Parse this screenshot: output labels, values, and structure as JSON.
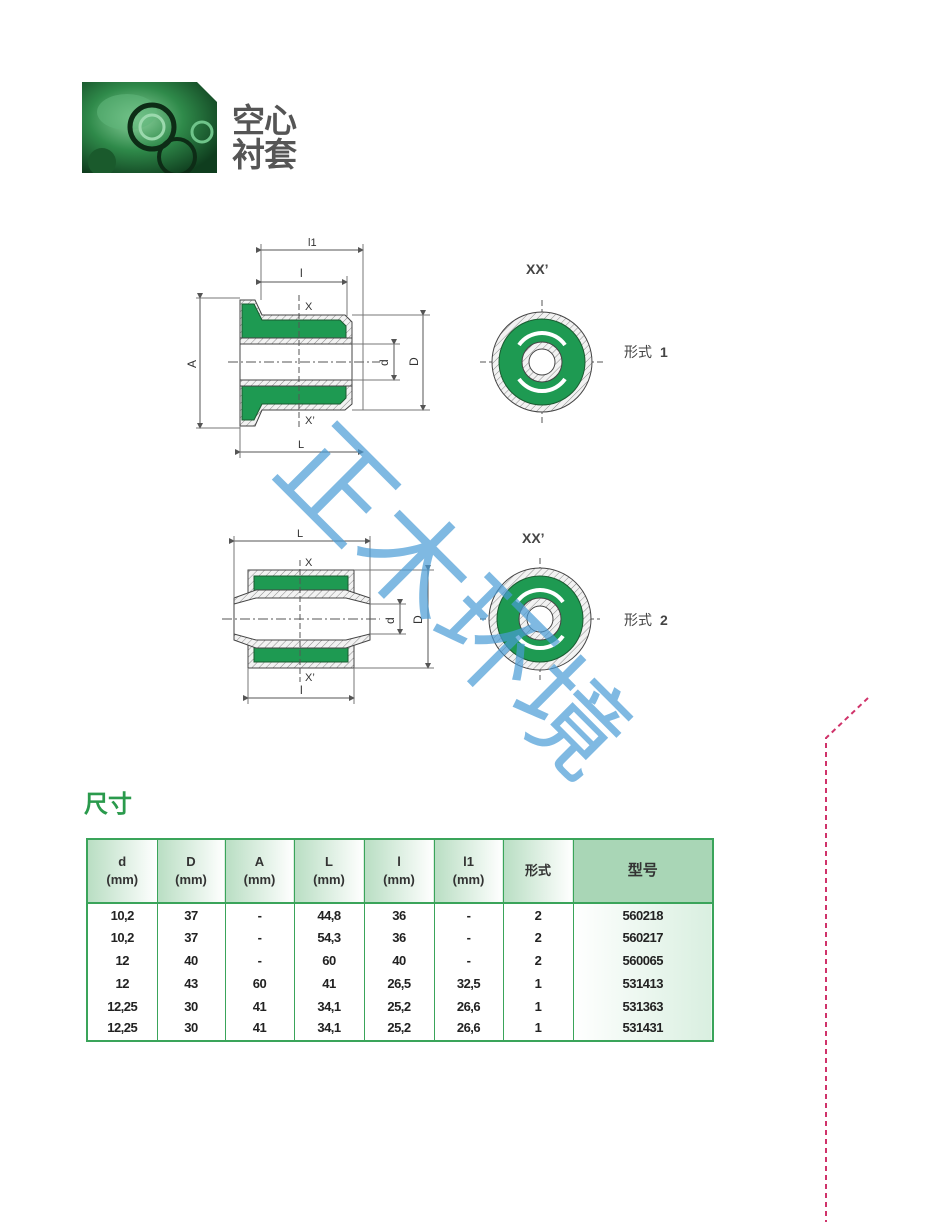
{
  "header": {
    "title_line1": "空心",
    "title_line2": "衬套"
  },
  "diagram": {
    "view1": {
      "dim_l1": "l1",
      "dim_l": "l",
      "dim_A": "A",
      "dim_d": "d",
      "dim_D": "D",
      "dim_L": "L",
      "mark_x": "X",
      "mark_x2": "X’",
      "section_label": "XX’",
      "form_label": "形式",
      "form_number": "1"
    },
    "view2": {
      "dim_L": "L",
      "dim_l": "l",
      "dim_d": "d",
      "dim_D": "D",
      "mark_x": "X",
      "mark_x2": "X’",
      "section_label": "XX’",
      "form_label": "形式",
      "form_number": "2"
    }
  },
  "watermark_text": "正木环境",
  "section": {
    "title": "尺寸"
  },
  "table": {
    "headers": [
      {
        "name": "d",
        "unit": "(mm)"
      },
      {
        "name": "D",
        "unit": "(mm)"
      },
      {
        "name": "A",
        "unit": "(mm)"
      },
      {
        "name": "L",
        "unit": "(mm)"
      },
      {
        "name": "l",
        "unit": "(mm)"
      },
      {
        "name": "l1",
        "unit": "(mm)"
      },
      {
        "name": "形式",
        "unit": ""
      },
      {
        "name": "型号",
        "unit": ""
      }
    ],
    "rows": [
      [
        "10,2",
        "37",
        "-",
        "44,8",
        "36",
        "-",
        "2",
        "560218"
      ],
      [
        "10,2",
        "37",
        "-",
        "54,3",
        "36",
        "-",
        "2",
        "560217"
      ],
      [
        "12",
        "40",
        "-",
        "60",
        "40",
        "-",
        "2",
        "560065"
      ],
      [
        "12",
        "43",
        "60",
        "41",
        "26,5",
        "32,5",
        "1",
        "531413"
      ],
      [
        "12,25",
        "30",
        "41",
        "34,1",
        "25,2",
        "26,6",
        "1",
        "531363"
      ],
      [
        "12,25",
        "30",
        "41",
        "34,1",
        "25,2",
        "26,6",
        "1",
        "531431"
      ]
    ]
  },
  "colors": {
    "accent_green": "#2a9a4c",
    "part_green": "#1e9a52",
    "watermark_blue": "#4a9cd6",
    "dash_pink": "#d0336a"
  }
}
